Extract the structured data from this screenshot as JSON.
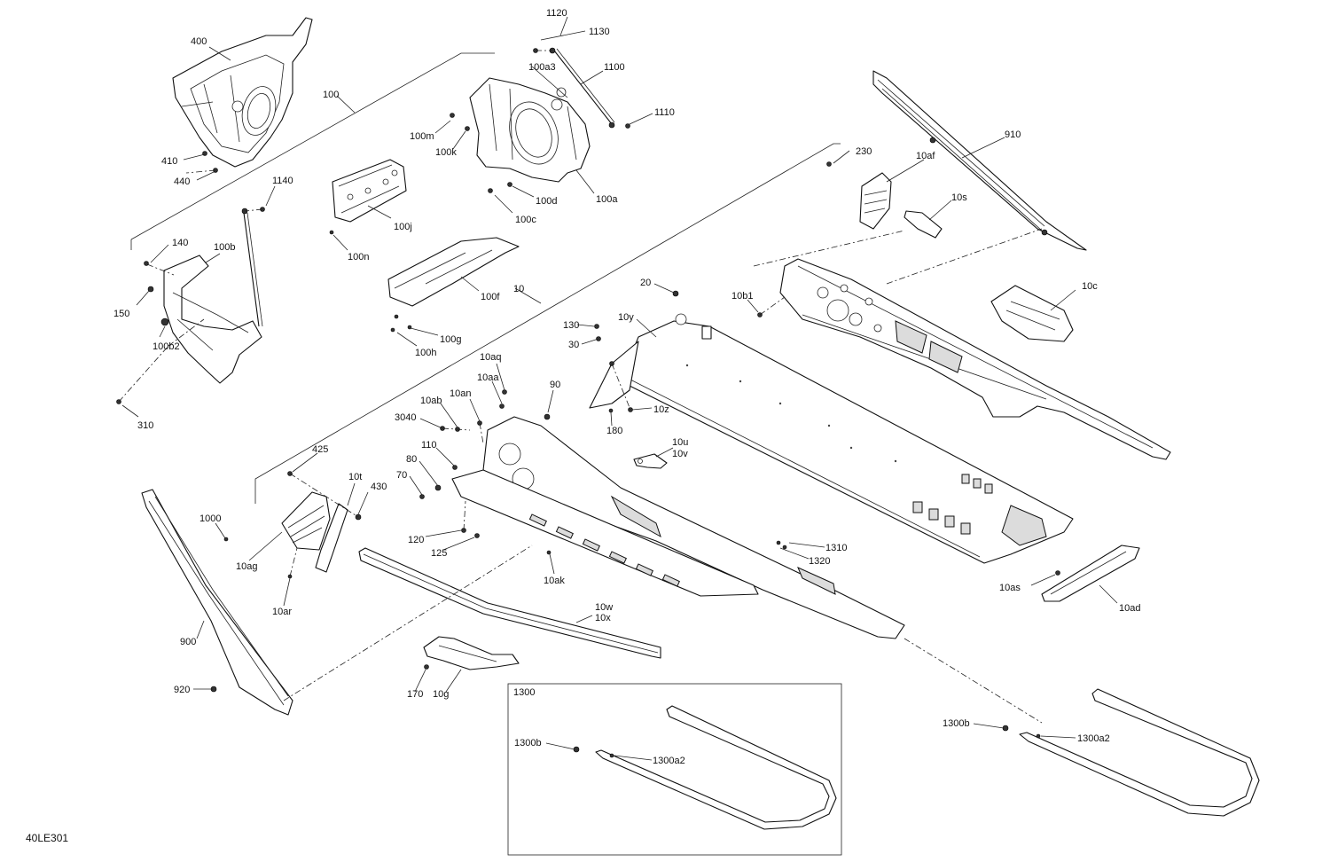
{
  "diagram_code": "40LE301",
  "inset_box_label": "1300",
  "callouts": {
    "c1120": "1120",
    "c1130": "1130",
    "c100a3": "100a3",
    "c1100": "1100",
    "c1110": "1110",
    "c400": "400",
    "c100": "100",
    "c100m": "100m",
    "c100k": "100k",
    "c100d": "100d",
    "c100a": "100a",
    "c100c": "100c",
    "c410": "410",
    "c440": "440",
    "c1140": "1140",
    "c100j": "100j",
    "c100n": "100n",
    "c140": "140",
    "c100b": "100b",
    "c150": "150",
    "c100b2": "100b2",
    "c310": "310",
    "c100f": "100f",
    "c10": "10",
    "c100g": "100g",
    "c100h": "100h",
    "c910": "910",
    "c230": "230",
    "c10af": "10af",
    "c10s": "10s",
    "c10c": "10c",
    "c20": "20",
    "c10b1": "10b1",
    "c130": "130",
    "c10y": "10y",
    "c30": "30",
    "c10aq": "10aq",
    "c90": "90",
    "c10aa": "10aa",
    "c10an": "10an",
    "c10ab": "10ab",
    "c3040": "3040",
    "c10z": "10z",
    "c180": "180",
    "c110": "110",
    "c10u": "10u",
    "c10v": "10v",
    "c80": "80",
    "c70": "70",
    "c425": "425",
    "c10t": "10t",
    "c430": "430",
    "c1000": "1000",
    "c10ag": "10ag",
    "c120": "120",
    "c125": "125",
    "c10ar": "10ar",
    "c10ak": "10ak",
    "c1310": "1310",
    "c1320": "1320",
    "c10as": "10as",
    "c10ad": "10ad",
    "c10w": "10w",
    "c10x": "10x",
    "c900": "900",
    "c920": "920",
    "c170": "170",
    "c10g": "10g",
    "c1300b_inset": "1300b",
    "c1300a2_inset": "1300a2",
    "c1300b": "1300b",
    "c1300a2": "1300a2"
  }
}
